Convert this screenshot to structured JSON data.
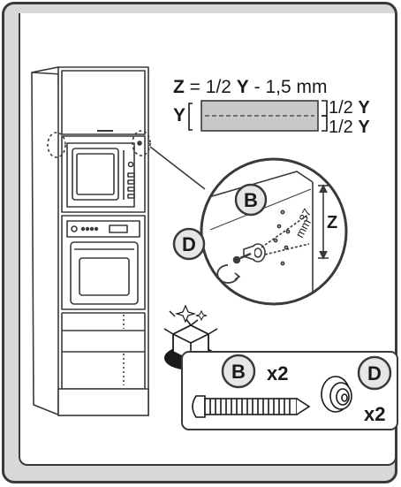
{
  "formula": {
    "z": "Z",
    "eq": " = 1/2 ",
    "y": "Y",
    "rest": " - 1,5 mm"
  },
  "strip": {
    "y_left": "Y",
    "half_top_prefix": "1/2 ",
    "half_top_y": "Y",
    "half_bottom_prefix": "1/2 ",
    "half_bottom_y": "Y"
  },
  "detail": {
    "label_b": "B",
    "label_d": "D",
    "dim_z": "Z",
    "dim_value": "37",
    "dim_unit": "mm"
  },
  "parts": {
    "label_b": "B",
    "qty_b": "x2",
    "label_d": "D",
    "qty_d": "x2"
  },
  "colors": {
    "panel_gray": "#d8d8d8",
    "outline": "#3a3a3a",
    "strip_fill": "#c8c8c8"
  }
}
